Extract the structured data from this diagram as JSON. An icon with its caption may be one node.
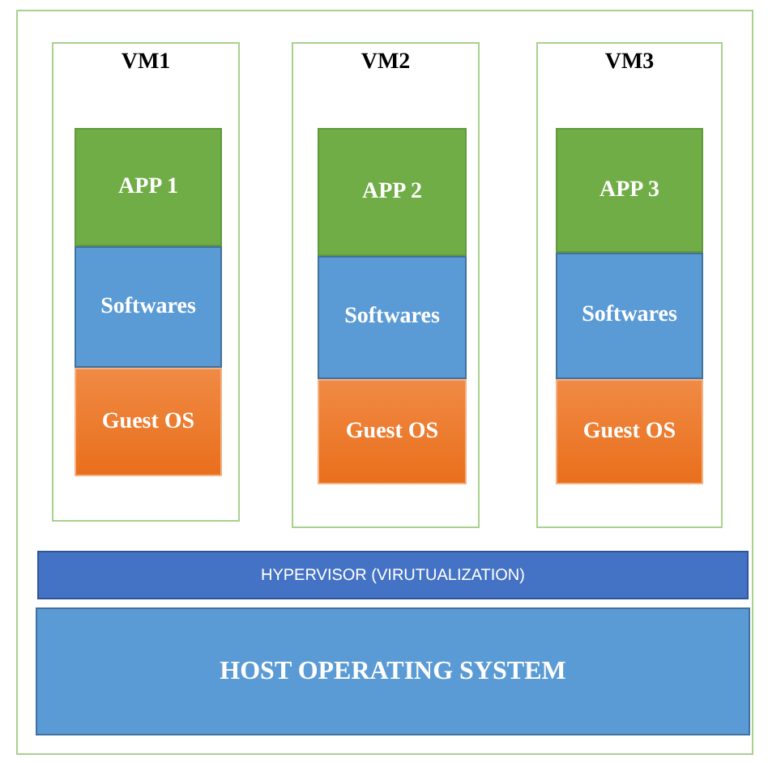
{
  "diagram": {
    "nodes": [
      {
        "text": [],
        "shape": "box"
      },
      {
        "text": [
          "VM1"
        ],
        "in": 0
      },
      {
        "text": [
          "APP 1"
        ],
        "in": 1
      },
      {
        "text": [
          "Softwares"
        ],
        "in": 1
      },
      {
        "text": [
          "Guest OS"
        ],
        "in": 1
      },
      {
        "text": [
          "VM2"
        ],
        "in": 0
      },
      {
        "text": [
          "APP 2"
        ],
        "in": 5
      },
      {
        "text": [
          "Softwares"
        ],
        "in": 5
      },
      {
        "text": [
          "Guest OS"
        ],
        "in": 5
      },
      {
        "text": [
          "VM3"
        ],
        "in": 0
      },
      {
        "text": [
          "APP 3"
        ],
        "in": 9
      },
      {
        "text": [
          "Softwares"
        ],
        "in": 9
      },
      {
        "text": [
          "Guest OS"
        ],
        "in": 9
      },
      {
        "text": [
          "HYPERVISOR (VIRUTUALIZATION)"
        ],
        "in": 0
      },
      {
        "text": [
          "HOST OPERATING SYSTEM"
        ],
        "in": 0
      }
    ]
  }
}
